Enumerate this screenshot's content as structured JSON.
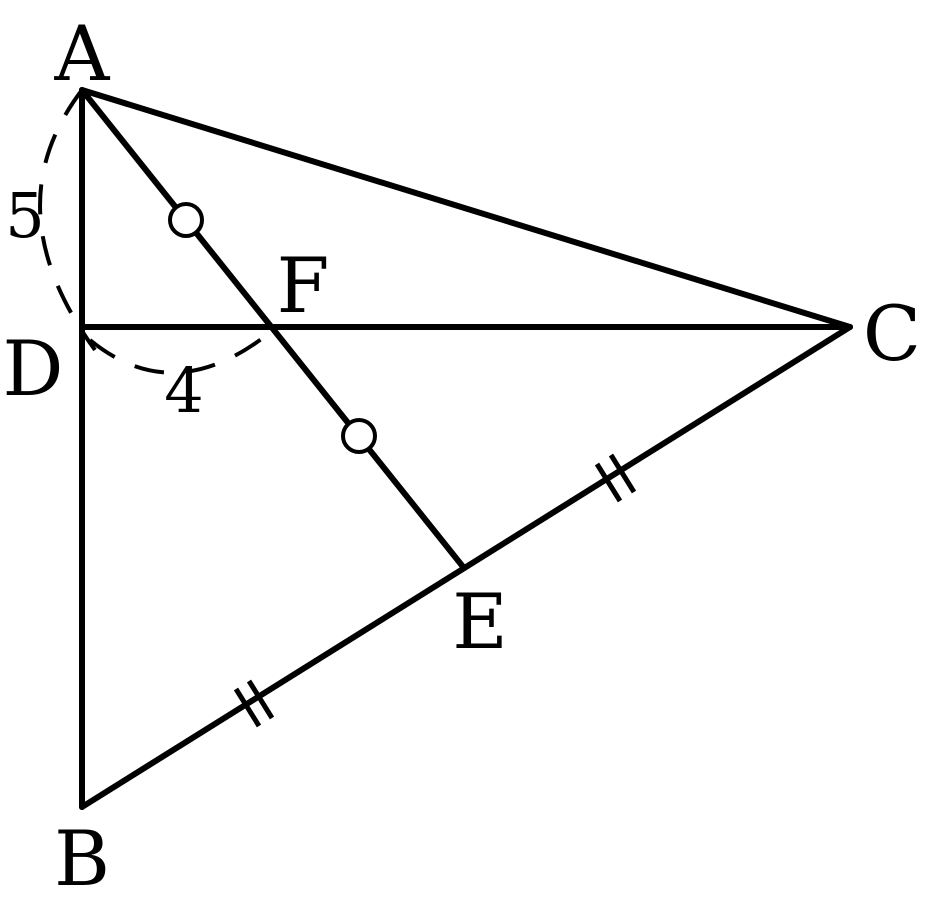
{
  "points": {
    "A": "A",
    "B": "B",
    "C": "C",
    "D": "D",
    "E": "E",
    "F": "F"
  },
  "measures": {
    "AD": "5",
    "DF": "4"
  }
}
